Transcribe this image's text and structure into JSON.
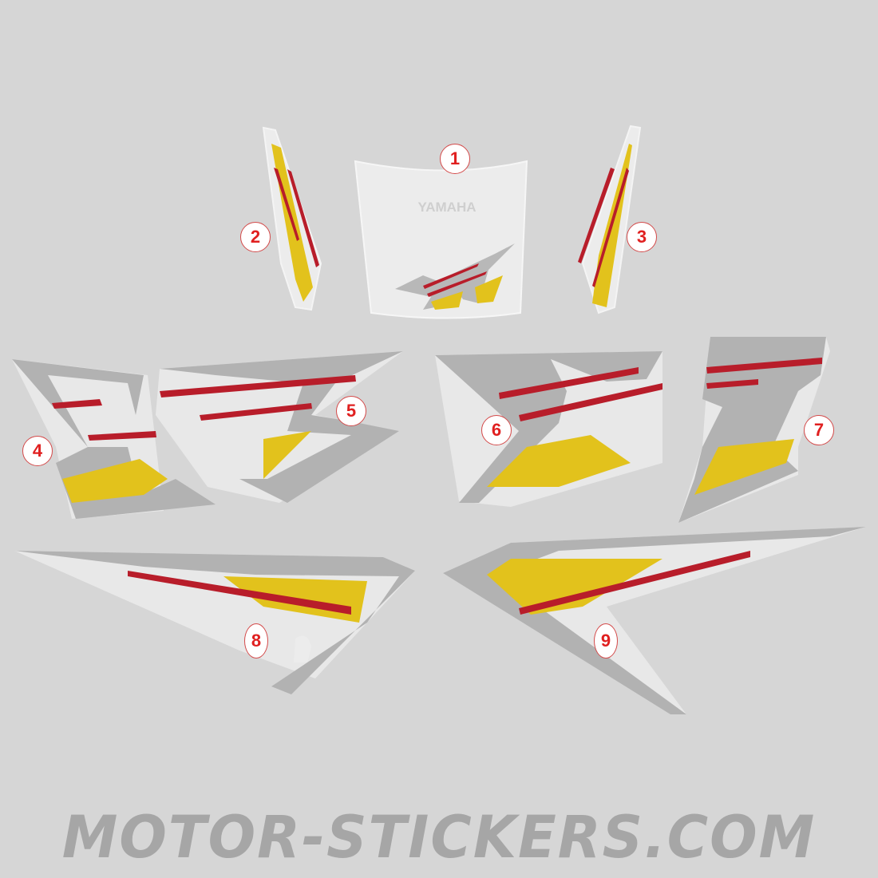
{
  "image": {
    "description": "Yamaha XT motorcycle sticker/decal set diagram with numbered parts",
    "background_color": "#d6d6d6",
    "colors": {
      "gray": "#b0b0b0",
      "silver_white": "#e9e9e9",
      "red": "#b81d2a",
      "yellow": "#e2c21c",
      "label_red": "#e02020"
    }
  },
  "parts": [
    {
      "number": "1",
      "name": "front fairing panel",
      "text": "YAMAHA"
    },
    {
      "number": "2",
      "name": "left fork decal"
    },
    {
      "number": "3",
      "name": "right fork decal"
    },
    {
      "number": "4",
      "name": "left tank decal front"
    },
    {
      "number": "5",
      "name": "left tank decal rear"
    },
    {
      "number": "6",
      "name": "right tank decal front"
    },
    {
      "number": "7",
      "name": "right tank decal rear"
    },
    {
      "number": "8",
      "name": "left side panel"
    },
    {
      "number": "9",
      "name": "right side panel"
    }
  ],
  "watermark": "MOTOR-STICKERS.COM"
}
